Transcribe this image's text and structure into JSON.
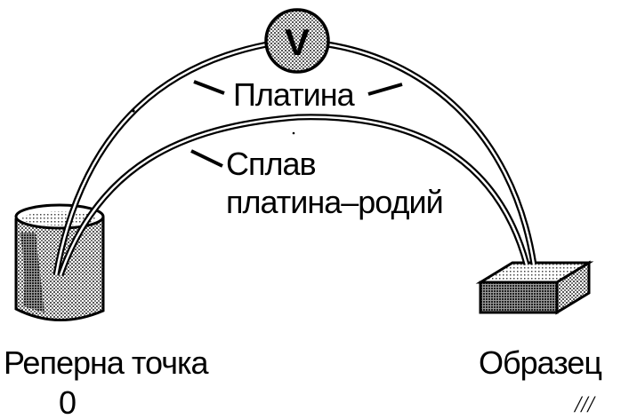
{
  "meter": {
    "symbol": "V"
  },
  "labels": {
    "platinum": "Платина",
    "alloy_line1": "Сплав",
    "alloy_line2": "платина–родий",
    "reference_point": "Реперна точка",
    "reference_value": "0",
    "sample": "Образец",
    "sample_mark": "///"
  },
  "colors": {
    "ink": "#000000",
    "shading": "#8c8c8c",
    "background": "#ffffff"
  }
}
